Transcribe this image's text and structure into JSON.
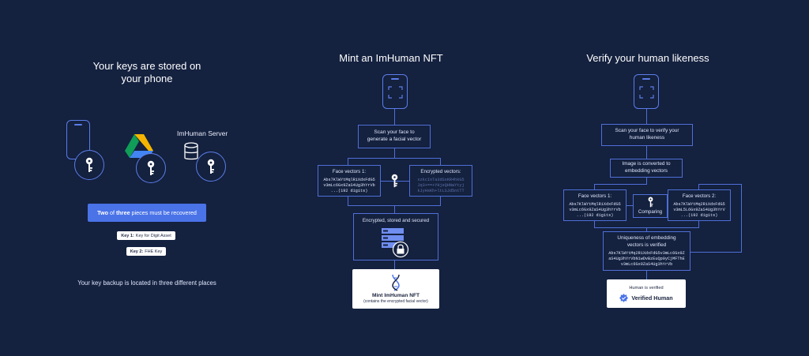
{
  "panel1": {
    "title_line1": "Your keys are stored on",
    "title_line2": "your phone",
    "server_label": "ImHuman Server",
    "banner_strong1": "Two",
    "banner_mid": " of ",
    "banner_strong2": "three",
    "banner_rest": " pieces must be recovered",
    "key1_label": "Key 1:",
    "key1_text": "Key for Digit Asset",
    "key2_label": "Key 2:",
    "key2_text": "FHE Key",
    "footer": "Your key backup is located in three different places",
    "icons": [
      "phone-icon",
      "google-drive-icon",
      "database-icon",
      "key-icon"
    ]
  },
  "panel2": {
    "title": "Mint an ImHuman NFT",
    "scan_line1": "Scan your face to",
    "scan_line2": "generate a facial vector",
    "fv_title": "Face vectors 1:",
    "fv_lines": [
      "Abs7KlWYtMqlRiXdxFdG5",
      "v3mLc6Gx9ZaS4Ug3hYrVb",
      "...(192 digits)"
    ],
    "enc_title": "Encrypted vectors:",
    "enc_lines": [
      "xzkcIoTa3dSxKR4hkG5",
      "Jq3+==+YHjsQHNwYtyj",
      "kJyHsKh+ltLSJd5ntTT"
    ],
    "stored_text": "Encrypted, stored and secured",
    "nft_title": "Mint ImHuman NFT",
    "nft_sub": "(contains the encrypted facial vector)"
  },
  "panel3": {
    "title": "Verify your human likeness",
    "scan_line1": "Scan your face to verify your",
    "scan_line2": "human likeness",
    "convert_line1": "Image is converted to",
    "convert_line2": "embedding vectors",
    "fv1_title": "Face vectors 1:",
    "fv1_lines": [
      "Abs7KlWYtMqlRiXdxFdG5",
      "v3mLc6Gx9ZaS4Ug3hYrVb",
      "...(192 digits)"
    ],
    "fv2_title": "Face vectors 2:",
    "fv2_lines": [
      "Abs7KlWYtMq2RiXdxFdG5",
      "v3mL5L6Gx9ZaS4Ug3hYrV",
      "...(192 digits)"
    ],
    "comparing": "Comparing",
    "unique_line1": "Uniqueness of embedding",
    "unique_line2": "vectors is verified",
    "unique_lines": [
      "Abs7KlWYtMq2RiXdxFdG5v3mLc6Gx9Z",
      "aS4Ug3hYrVbN1wDvBzEuQp0yCjMFThE",
      "v3mLc6Gx9ZaS4Ug3hYrVb"
    ],
    "verified_label": "Human is verified",
    "verified_badge": "Verified Human"
  },
  "colors": {
    "background": "#14213f",
    "accent": "#4f6fd6",
    "banner": "#4a73e8"
  }
}
